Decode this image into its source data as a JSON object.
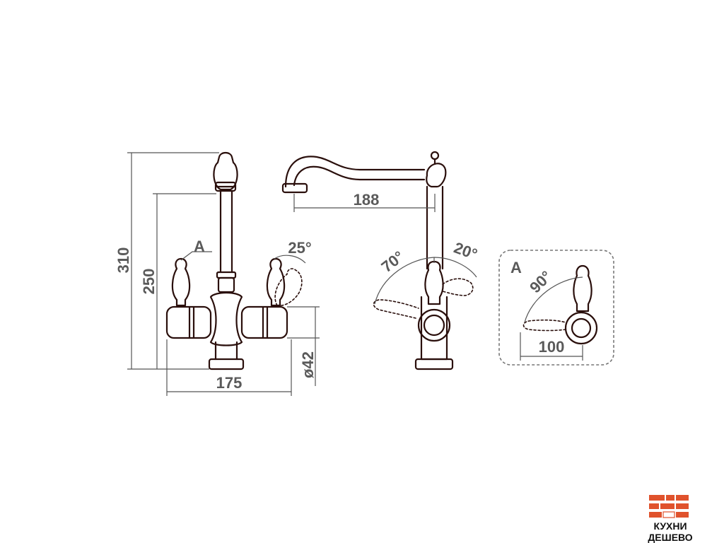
{
  "diagram": {
    "dimensions": {
      "total_height": "310",
      "spout_height": "250",
      "base_width": "175",
      "diameter": "ø42",
      "spout_reach": "188",
      "lever_angle_detail": "90°",
      "lever_reach_detail": "100"
    },
    "angles": {
      "front_lever": "25°",
      "side_back": "70°",
      "side_front": "20°"
    },
    "detail_marker": "A",
    "detail_title": "A"
  },
  "brand": {
    "name": "КУХНИ ДЕШЕВО",
    "colors": {
      "orange": "#e0522c",
      "dark": "#111111"
    }
  },
  "colors": {
    "outline": "#2a0f0c",
    "dimension": "#555555",
    "detail_border": "#777777"
  }
}
